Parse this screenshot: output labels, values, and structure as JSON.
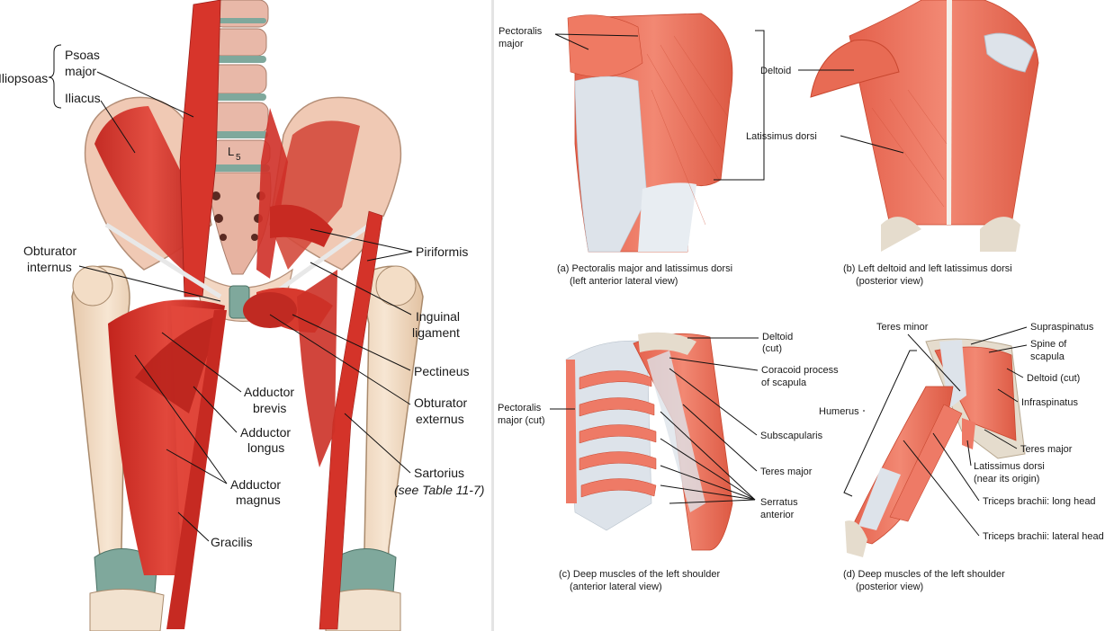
{
  "left_figure": {
    "labels": {
      "iliopsoas": "Iliopsoas",
      "psoas_major_1": "Psoas",
      "psoas_major_2": "major",
      "iliacus": "Iliacus",
      "l5": "L",
      "l5_sub": "5",
      "obturator_internus_1": "Obturator",
      "obturator_internus_2": "internus",
      "piriformis": "Piriformis",
      "inguinal_1": "Inguinal",
      "inguinal_2": "ligament",
      "pectineus": "Pectineus",
      "obturator_externus_1": "Obturator",
      "obturator_externus_2": "externus",
      "adductor_brevis_1": "Adductor",
      "adductor_brevis_2": "brevis",
      "adductor_longus_1": "Adductor",
      "adductor_longus_2": "longus",
      "adductor_magnus_1": "Adductor",
      "adductor_magnus_2": "magnus",
      "sartorius": "Sartorius",
      "sartorius_note": "(see Table 11-7)",
      "gracilis": "Gracilis"
    }
  },
  "panels": {
    "a": {
      "labels": {
        "pectoralis_1": "Pectoralis",
        "pectoralis_2": "major",
        "deltoid": "Deltoid",
        "latissimus": "Latissimus dorsi"
      },
      "caption_1": "(a) Pectoralis major and latissimus dorsi",
      "caption_2": "(left anterior lateral view)"
    },
    "b": {
      "caption_1": "(b) Left deltoid and left latissimus dorsi",
      "caption_2": "(posterior view)"
    },
    "c": {
      "labels": {
        "deltoid_1": "Deltoid",
        "deltoid_2": "(cut)",
        "coracoid_1": "Coracoid process",
        "coracoid_2": "of scapula",
        "pectoralis_1": "Pectoralis",
        "pectoralis_2": "major (cut)",
        "subscapularis": "Subscapularis",
        "teres_major": "Teres major",
        "serratus_1": "Serratus",
        "serratus_2": "anterior"
      },
      "caption_1": "(c) Deep muscles of the left shoulder",
      "caption_2": "(anterior lateral view)"
    },
    "d": {
      "labels": {
        "teres_minor": "Teres minor",
        "supraspinatus": "Supraspinatus",
        "spine_1": "Spine of",
        "spine_2": "scapula",
        "deltoid_cut": "Deltoid (cut)",
        "infraspinatus": "Infraspinatus",
        "humerus": "Humerus",
        "teres_major": "Teres major",
        "latissimus_1": "Latissimus dorsi",
        "latissimus_2": "(near its origin)",
        "triceps_long": "Triceps brachii: long head",
        "triceps_lateral": "Triceps brachii: lateral head"
      },
      "caption_1": "(d) Deep muscles of the left shoulder",
      "caption_2": "(posterior view)"
    }
  },
  "colors": {
    "muscle": "#d9332b",
    "muscle_dark": "#b3211c",
    "muscle_light": "#e8675c",
    "bone": "#f4dfc9",
    "bone_shade": "#e2c4a6",
    "cartilage": "#7fa89c",
    "tendon": "#e2e6ea",
    "panel_muscle": "#ee7a66",
    "panel_muscle_dark": "#d9563f"
  }
}
